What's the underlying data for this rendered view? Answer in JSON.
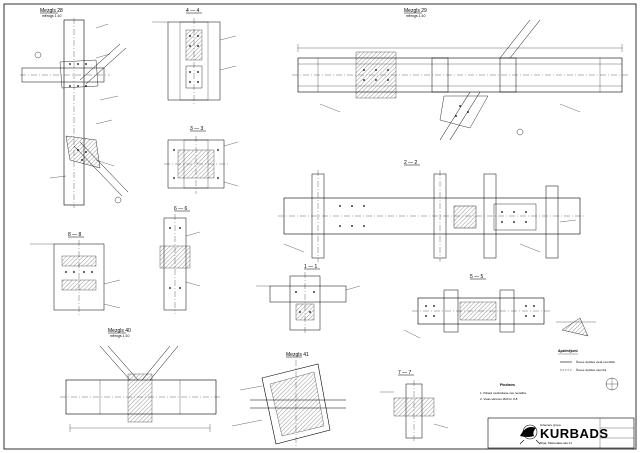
{
  "sheet": {
    "detail_28": {
      "title": "Mezgls 28",
      "scale": "mērogs 1:10"
    },
    "section_44": {
      "title": "4 — 4"
    },
    "section_33": {
      "title": "3 — 3"
    },
    "section_66": {
      "title": "6 — 6"
    },
    "section_88": {
      "title": "8 — 8"
    },
    "detail_29": {
      "title": "Mezgls 29",
      "scale": "mērogs 1:10"
    },
    "section_22": {
      "title": "2 — 2"
    },
    "section_11": {
      "title": "1 — 1"
    },
    "section_55": {
      "title": "5 — 5"
    },
    "detail_40": {
      "title": "Mezgls 40",
      "scale": "mērogs 1:10"
    },
    "detail_41": {
      "title": "Mezgls 41"
    },
    "section_77": {
      "title": "7 — 7"
    },
    "symbols_title": "Apzīmējumi",
    "symbols_note_1": "Šuves izpildes vietā montāžā",
    "symbols_note_2": "Šuves izpildes rūpnīcā",
    "notes_title": "Piezīmes",
    "notes": [
      "1. Pārējā metināšana nav norādīta.",
      "2. Visas skrūves M20 kl. 8.8."
    ],
    "firm_name": "KURBADS",
    "firm_tag": "inženieru grupa",
    "firm_addr": "Rīga, Mūkusalas iela 41"
  }
}
